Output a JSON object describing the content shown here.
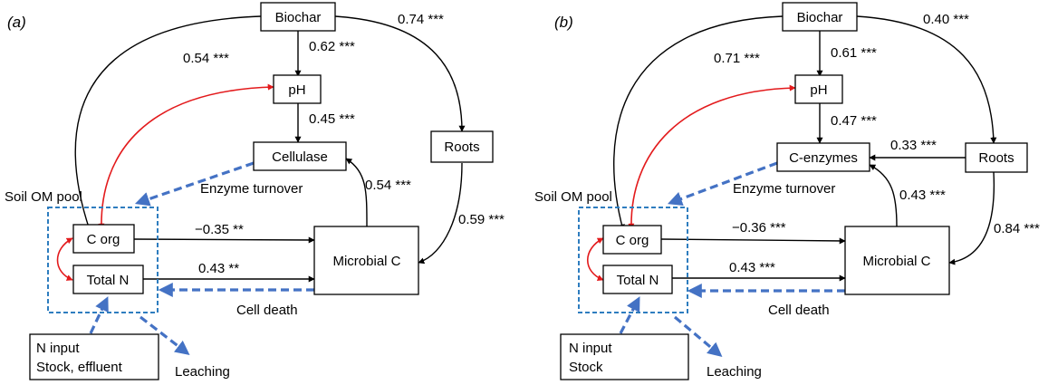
{
  "panels": [
    {
      "panel_label": "(a)",
      "nodes": {
        "biochar": "Biochar",
        "ph": "pH",
        "enzyme": "Cellulase",
        "roots": "Roots",
        "corg": "C org",
        "totaln": "Total N",
        "microbial": "Microbial C",
        "ninput_line1": "N input",
        "ninput_line2": "Stock, effluent"
      },
      "paths": {
        "biochar_corg": "0.54 ***",
        "biochar_ph": "0.62 ***",
        "biochar_roots": "0.74 ***",
        "ph_enzyme": "0.45 ***",
        "microbial_enzyme": "0.54 ***",
        "roots_microbial": "0.59 ***",
        "corg_microbial": "−0.35 **",
        "totaln_microbial": "0.43 **"
      },
      "labels": {
        "pool": "Soil OM pool",
        "enzyme_turnover": "Enzyme turnover",
        "cell_death": "Cell death",
        "leaching": "Leaching"
      }
    },
    {
      "panel_label": "(b)",
      "nodes": {
        "biochar": "Biochar",
        "ph": "pH",
        "enzyme": "C-enzymes",
        "roots": "Roots",
        "corg": "C org",
        "totaln": "Total N",
        "microbial": "Microbial C",
        "ninput_line1": "N input",
        "ninput_line2": "Stock"
      },
      "paths": {
        "biochar_corg": "0.71 ***",
        "biochar_ph": "0.61 ***",
        "biochar_roots": "0.40 ***",
        "ph_enzyme": "0.47 ***",
        "roots_enzyme": "0.33 ***",
        "microbial_enzyme": "0.43 ***",
        "roots_microbial": "0.84 ***",
        "corg_microbial": "−0.36 ***",
        "totaln_microbial": "0.43 ***"
      },
      "labels": {
        "pool": "Soil OM pool",
        "enzyme_turnover": "Enzyme turnover",
        "cell_death": "Cell death",
        "leaching": "Leaching"
      }
    }
  ]
}
